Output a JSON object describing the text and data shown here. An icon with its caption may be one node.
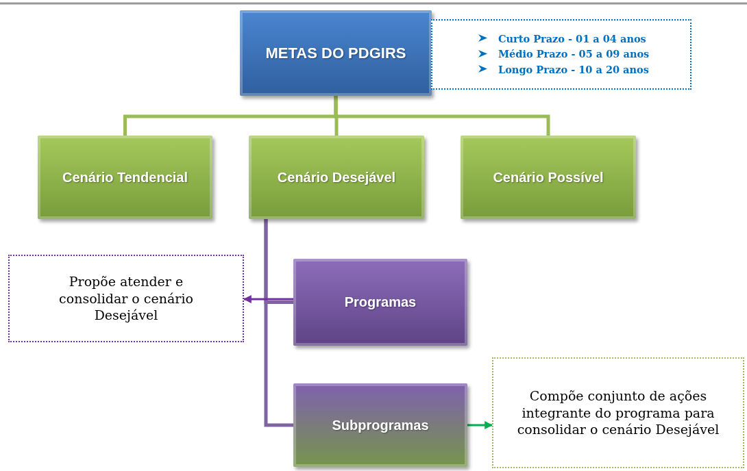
{
  "diagram": {
    "nodes": [
      {
        "text": [
          "METAS DO PDGIRS"
        ]
      },
      {
        "text": [
          "Curto Prazo - 01 a 04 anos",
          "Médio Prazo - 05 a 09 anos",
          "Longo Prazo - 10 a 20 anos"
        ]
      },
      {
        "text": [
          "Cenário Tendencial"
        ]
      },
      {
        "text": [
          "Cenário Desejável"
        ]
      },
      {
        "text": [
          "Cenário Possível"
        ]
      },
      {
        "text": [
          "Propõe atender e consolidar o cenário Desejável"
        ]
      },
      {
        "text": [
          "Programas"
        ]
      },
      {
        "text": [
          "Subprogramas"
        ]
      },
      {
        "text": [
          "Compõe conjunto de ações integrante do programa para consolidar o cenário Desejável"
        ]
      }
    ],
    "edges": [
      {
        "from": 0,
        "to": 2,
        "arrow": "none"
      },
      {
        "from": 0,
        "to": 3,
        "arrow": "none"
      },
      {
        "from": 0,
        "to": 4,
        "arrow": "none"
      },
      {
        "from": 3,
        "to": 6,
        "arrow": "none",
        "color": "#8064a2"
      },
      {
        "from": 3,
        "to": 7,
        "arrow": "none",
        "color": "#8064a2"
      },
      {
        "from": 6,
        "to": 5,
        "arrow": "to",
        "color": "#7030a0"
      },
      {
        "from": 7,
        "to": 8,
        "arrow": "to",
        "color": "#00b050"
      }
    ]
  }
}
